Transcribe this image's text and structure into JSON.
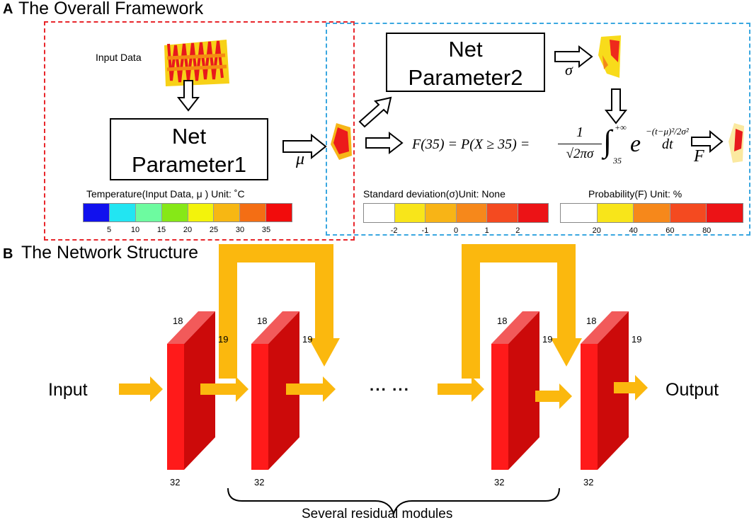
{
  "sectionA": {
    "letter": "A",
    "title": "The Overall Framework"
  },
  "sectionB": {
    "letter": "B",
    "title": "The Network Structure"
  },
  "input_data_label": "Input Data",
  "net1": {
    "line1": "Net",
    "line2": "Parameter1"
  },
  "net2": {
    "line1": "Net",
    "line2": "Parameter2"
  },
  "mu_symbol": "μ",
  "sigma_symbol": "σ",
  "F_symbol": "F",
  "formula": {
    "lhs": "F(35) = P(X ≥ 35) =",
    "frac_num": "1",
    "frac_den": "√2πσ",
    "upper": "+∞",
    "lower": "35",
    "exp": "−(t−μ)²/2σ²",
    "tail": "dt"
  },
  "legend_temperature": {
    "title": "Temperature(Input Data, μ ) Unit: ˚C",
    "colors": [
      "#1111ee",
      "#22e5f2",
      "#6dfba0",
      "#86e817",
      "#f3f30b",
      "#f7b713",
      "#f46e14",
      "#f20c0c"
    ],
    "ticks": [
      "5",
      "10",
      "15",
      "20",
      "25",
      "30",
      "35"
    ]
  },
  "legend_std": {
    "title": "Standard deviation(σ)Unit: None",
    "colors": [
      "#ffffff",
      "#f8e51a",
      "#f8b416",
      "#f6881b",
      "#f44a20",
      "#ec1316"
    ],
    "ticks": [
      "-2",
      "-1",
      "0",
      "1",
      "2"
    ]
  },
  "legend_prob": {
    "title": "Probability(F)  Unit: %",
    "colors": [
      "#ffffff",
      "#f8e51a",
      "#f6881b",
      "#f44a20",
      "#ec1316"
    ],
    "ticks": [
      "20",
      "40",
      "60",
      "80"
    ]
  },
  "network": {
    "input_label": "Input",
    "output_label": "Output",
    "ellipsis": "··· ···",
    "dims": {
      "top": "18",
      "side": "19",
      "bottom": "32"
    },
    "brace_label": "Several residual modules",
    "block_colors": {
      "front": "#ff1a1a",
      "side": "#cc0a0a",
      "top": "#f25a5a"
    },
    "arrow_color": "#fbb80e"
  }
}
